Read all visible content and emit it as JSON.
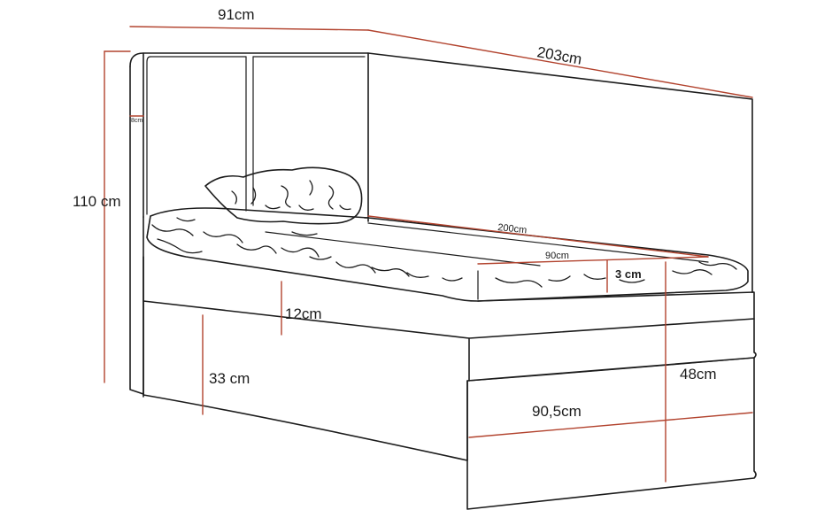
{
  "labels": {
    "width_headboard": "91cm",
    "length_total": "203cm",
    "height_total": "110 cm",
    "headboard_thickness": "8cm",
    "mattress_length": "200cm",
    "mattress_width": "90cm",
    "topper_thickness": "3 cm",
    "mattress_height": "12cm",
    "box_height": "33 cm",
    "bed_height": "48cm",
    "box_width": "90,5cm"
  },
  "colors": {
    "outline": "#1c1c1c",
    "dimension_line": "#b2432e",
    "background": "#ffffff"
  }
}
